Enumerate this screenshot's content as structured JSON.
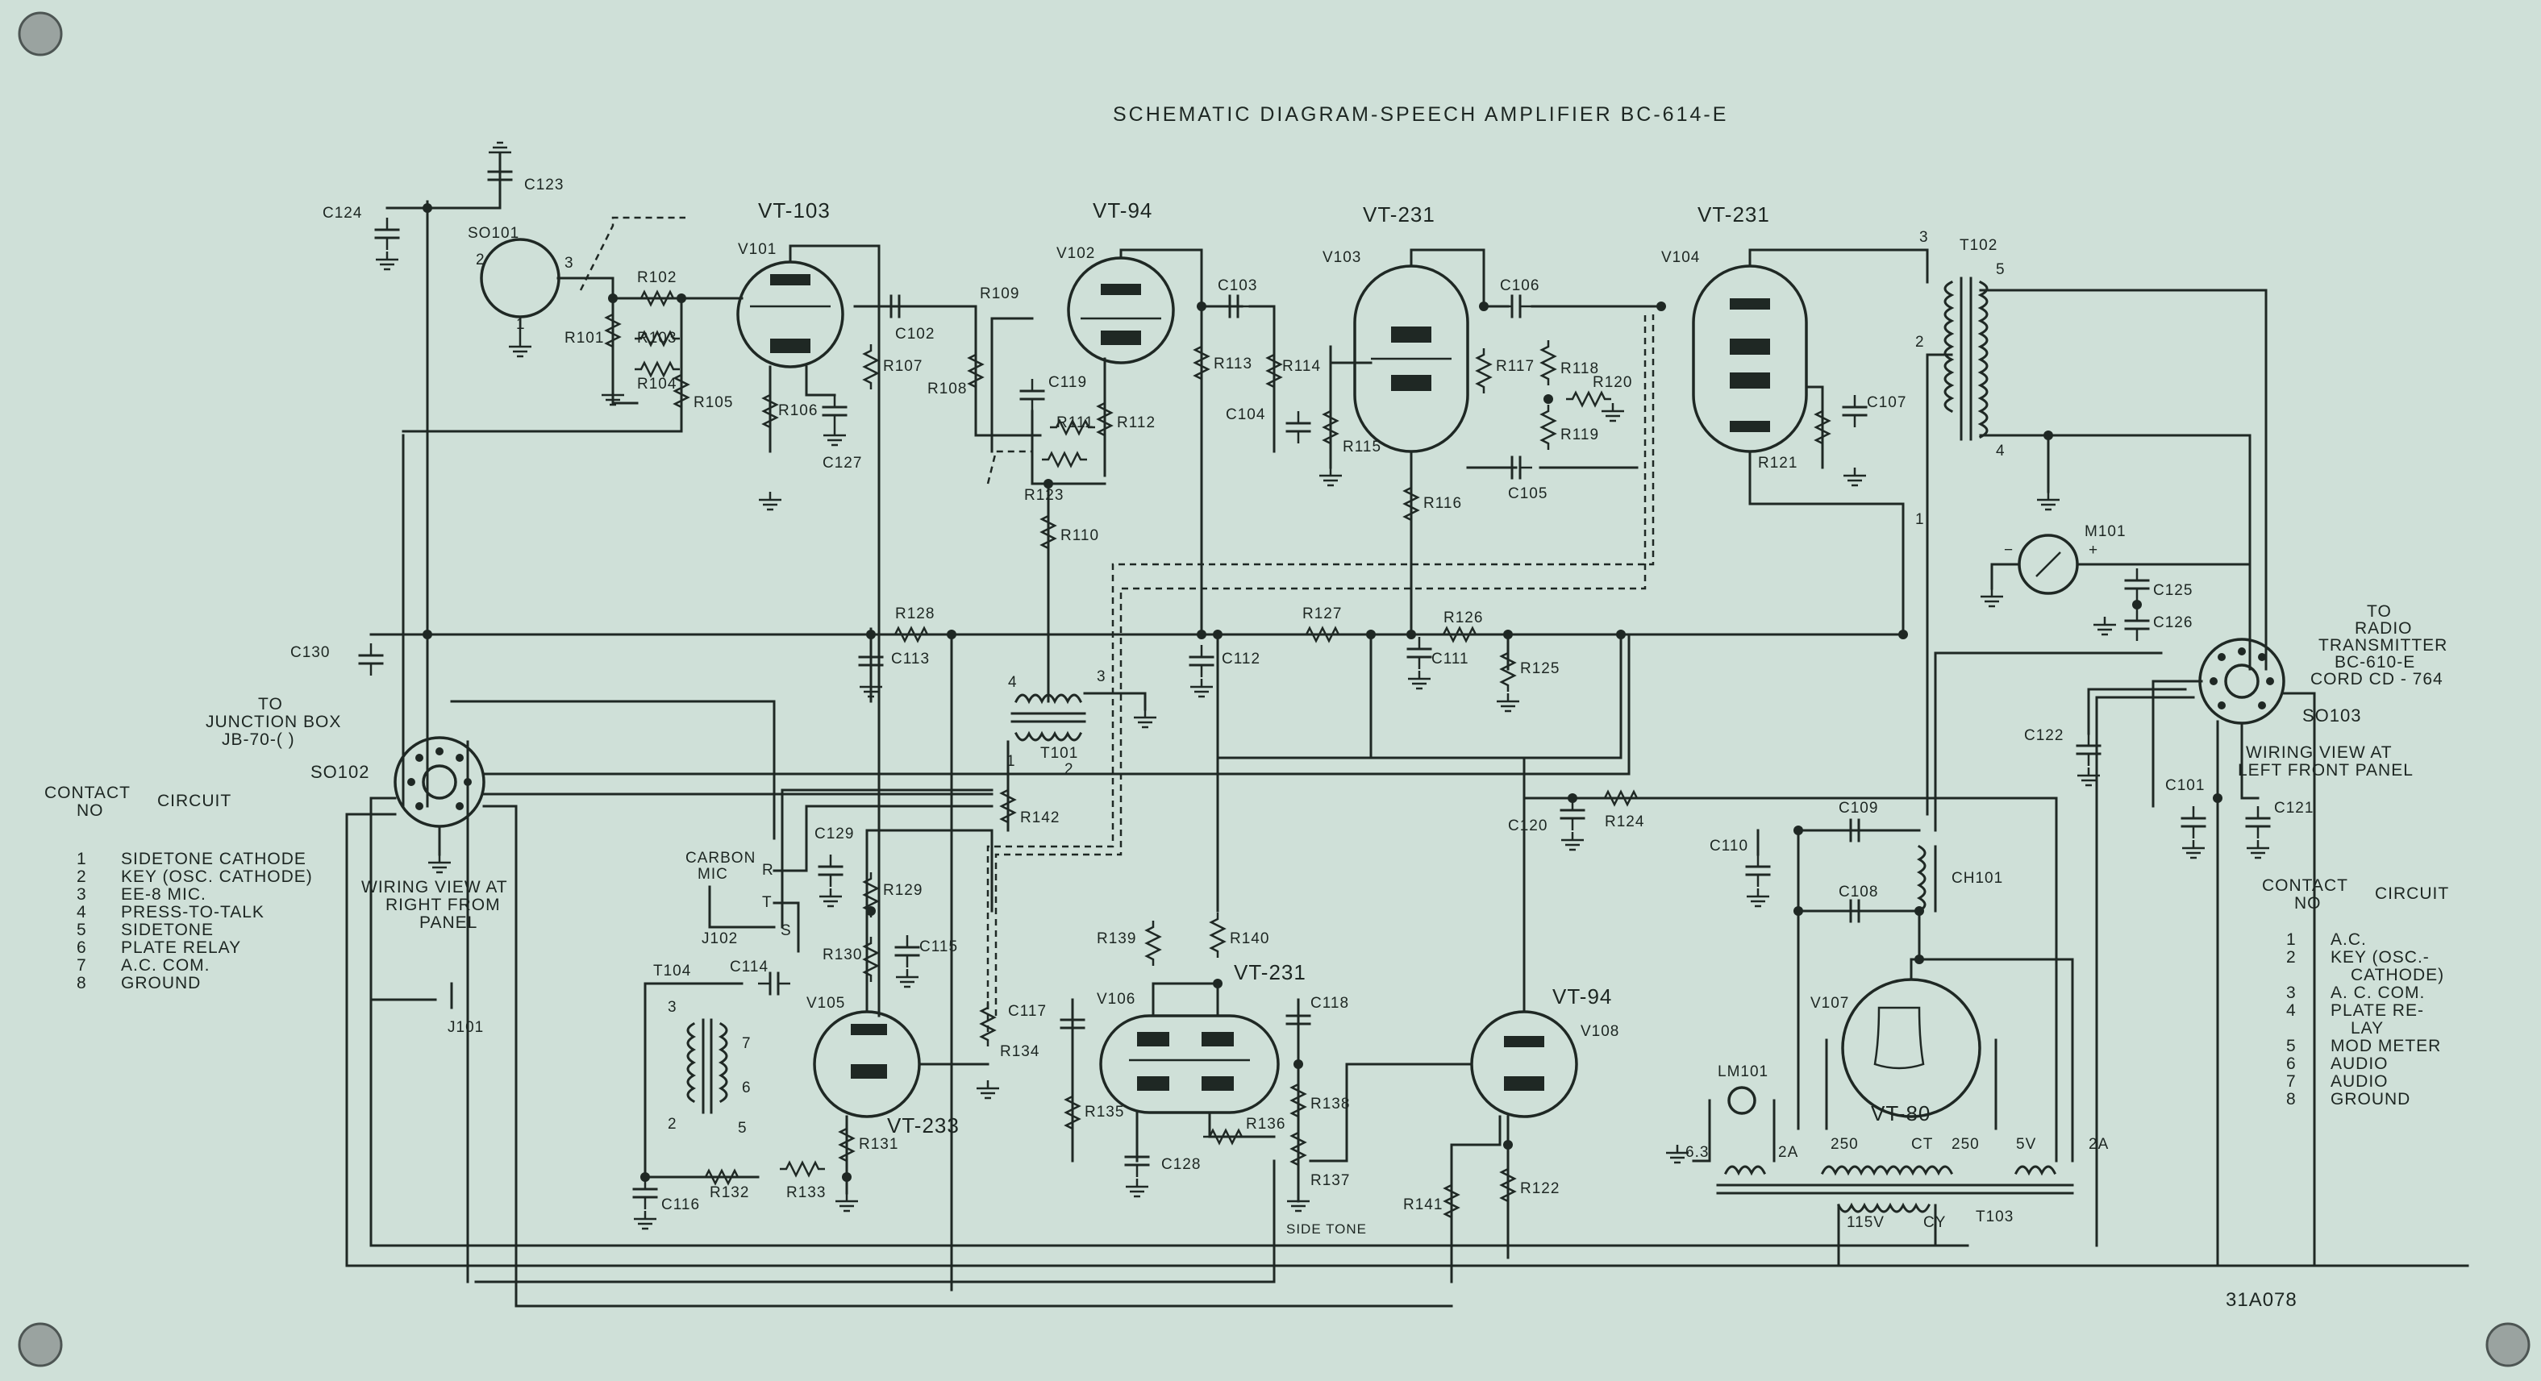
{
  "title": "SCHEMATIC DIAGRAM-SPEECH AMPLIFIER BC-614-E",
  "drawing_number": "31A078",
  "tubes": [
    {
      "label": "VT-103",
      "ref": "V101"
    },
    {
      "label": "VT-94",
      "ref": "V102"
    },
    {
      "label": "VT-231",
      "ref": "V103"
    },
    {
      "label": "VT-231",
      "ref": "V104"
    },
    {
      "label": "VT-233",
      "ref": "V105"
    },
    {
      "label": "VT-231",
      "ref": "V106"
    },
    {
      "label": "VT-94",
      "ref": "V108"
    },
    {
      "label": "VT-80",
      "ref": "V107"
    }
  ],
  "components": {
    "resistors": [
      "R101",
      "R102",
      "R103",
      "R104",
      "R105",
      "R106",
      "R107",
      "R108",
      "R109",
      "R110",
      "R111",
      "R112",
      "R113",
      "R114",
      "R115",
      "R116",
      "R117",
      "R118",
      "R119",
      "R120",
      "R121",
      "R122",
      "R123",
      "R124",
      "R125",
      "R126",
      "R127",
      "R128",
      "R129",
      "R130",
      "R131",
      "R132",
      "R133",
      "R134",
      "R135",
      "R136",
      "R137",
      "R138",
      "R139",
      "R140",
      "R141",
      "R142"
    ],
    "capacitors": [
      "C101",
      "C102",
      "C103",
      "C104",
      "C105",
      "C106",
      "C107",
      "C108",
      "C109",
      "C110",
      "C111",
      "C112",
      "C113",
      "C114",
      "C115",
      "C116",
      "C117",
      "C118",
      "C119",
      "C120",
      "C121",
      "C122",
      "C123",
      "C124",
      "C125",
      "C126",
      "C127",
      "C128",
      "C129",
      "C130"
    ],
    "transformers": [
      "T101",
      "T102",
      "T103",
      "T104"
    ],
    "other": [
      "CH101",
      "M101",
      "LM101",
      "J101",
      "J102",
      "SO101",
      "SO102",
      "SO103"
    ]
  },
  "transformer_taps": {
    "t103": [
      "6.3",
      "2A",
      "250",
      "CT",
      "250",
      "5V",
      "2A",
      "115V",
      "CY"
    ]
  },
  "labels": {
    "junction_box": "TO\nJUNCTION BOX\nJB-70-( )",
    "so102": "SO102",
    "wiring_view_right": "WIRING VIEW AT\nRIGHT FROM\nPANEL",
    "radio_transmitter": "TO\nRADIO\nTRANSMITTER\nBC-610-E\nCORD CD - 764",
    "so103": "SO103",
    "wiring_view_left": "WIRING VIEW AT\nLEFT FRONT PANEL",
    "carbon_mic": "CARBON\nMIC",
    "side_tone": "SIDE TONE",
    "mic_pins": [
      "R",
      "T",
      "S"
    ]
  },
  "left_legend": {
    "header_contact": "CONTACT\nNO",
    "header_circuit": "CIRCUIT",
    "rows": [
      {
        "no": "1",
        "circuit": "SIDETONE CATHODE"
      },
      {
        "no": "2",
        "circuit": "KEY (OSC. CATHODE)"
      },
      {
        "no": "3",
        "circuit": "EE-8 MIC."
      },
      {
        "no": "4",
        "circuit": "PRESS-TO-TALK"
      },
      {
        "no": "5",
        "circuit": "SIDETONE"
      },
      {
        "no": "6",
        "circuit": "PLATE RELAY"
      },
      {
        "no": "7",
        "circuit": "A.C. COM."
      },
      {
        "no": "8",
        "circuit": "GROUND"
      }
    ]
  },
  "right_legend": {
    "header_contact": "CONTACT\nNO",
    "header_circuit": "CIRCUIT",
    "rows": [
      {
        "no": "1",
        "circuit": "A.C."
      },
      {
        "no": "2",
        "circuit": "KEY (OSC.-\nCATHODE)"
      },
      {
        "no": "3",
        "circuit": "A. C. COM."
      },
      {
        "no": "4",
        "circuit": "PLATE RE-\nLAY"
      },
      {
        "no": "5",
        "circuit": "MOD METER"
      },
      {
        "no": "6",
        "circuit": "AUDIO"
      },
      {
        "no": "7",
        "circuit": "AUDIO"
      },
      {
        "no": "8",
        "circuit": "GROUND"
      }
    ]
  },
  "colors": {
    "background": "#cfe0d8",
    "ink": "#1f2824"
  }
}
